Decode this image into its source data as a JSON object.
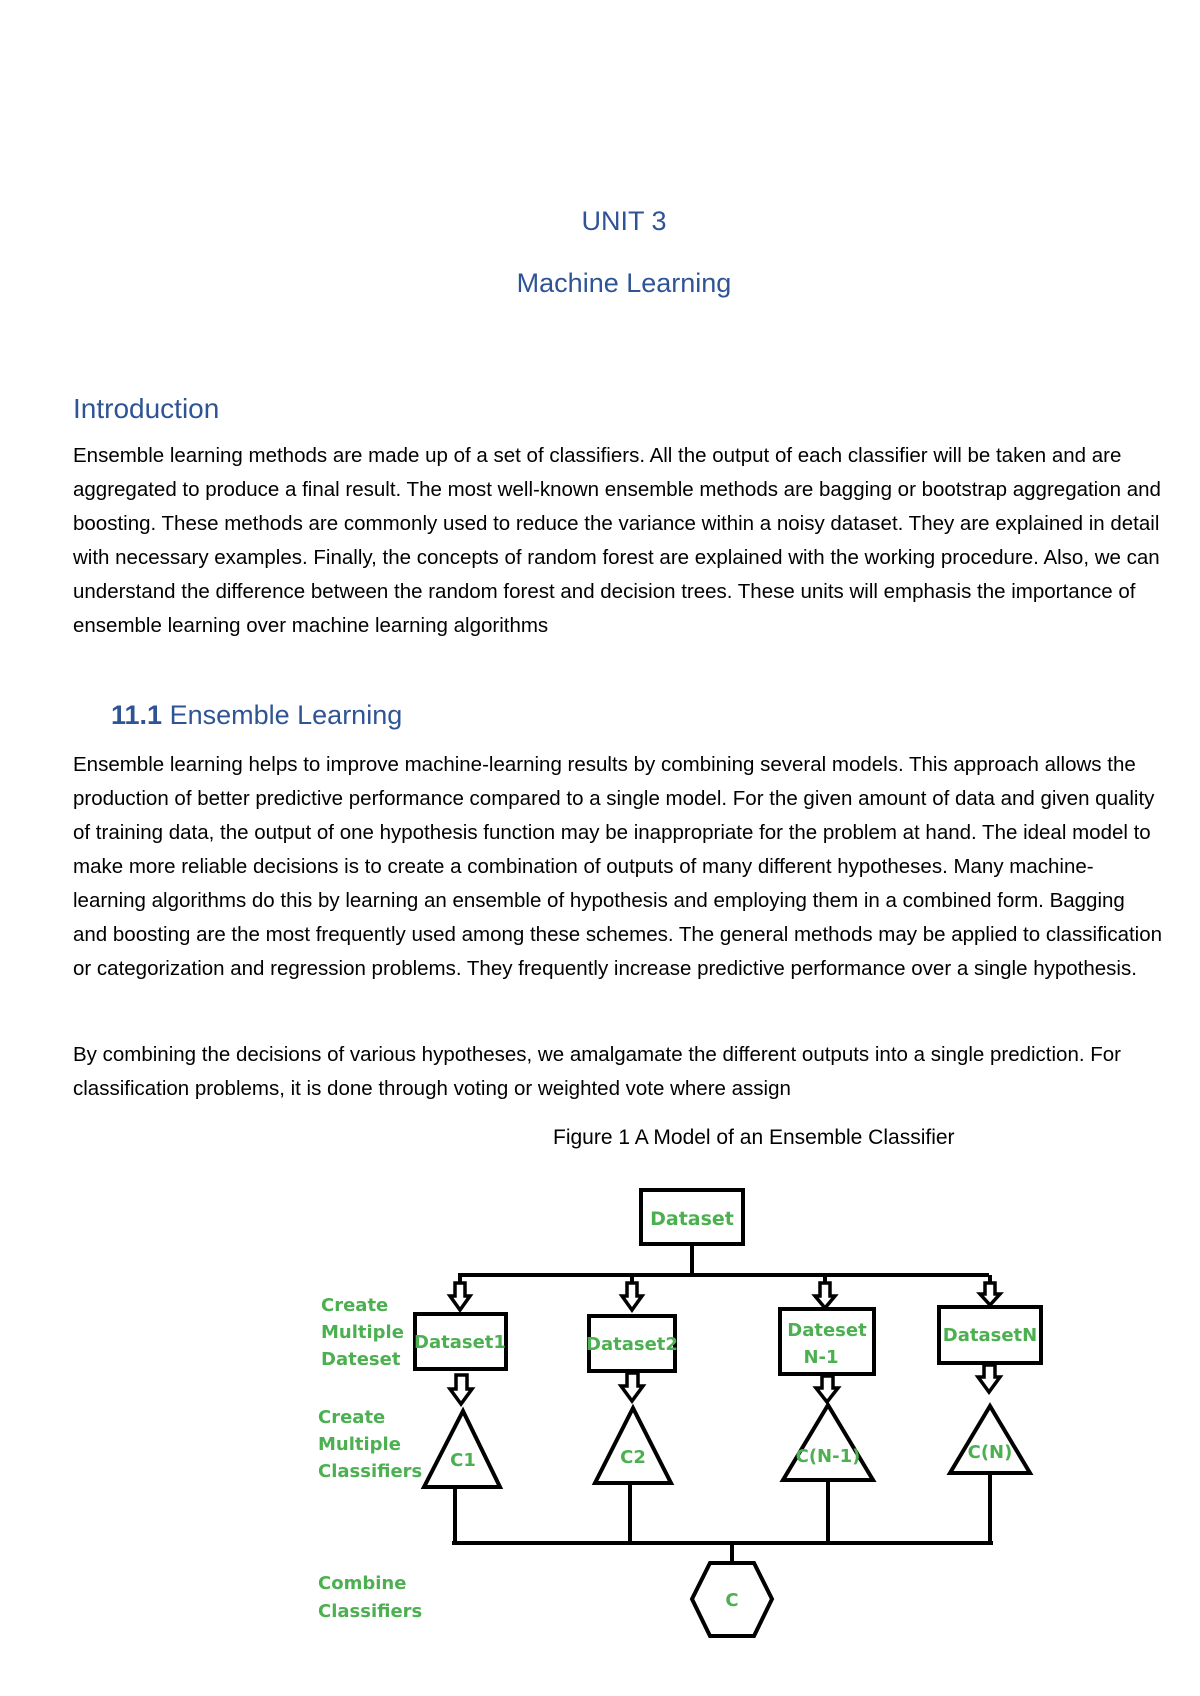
{
  "header": {
    "unit": "UNIT 3",
    "subject": "Machine Learning"
  },
  "introduction": {
    "heading": "Introduction",
    "body": "Ensemble learning methods are made up of a set of classifiers. All the output of each classifier will be taken and are aggregated to produce a final result. The most well-known ensemble methods are bagging or bootstrap aggregation and boosting. These methods are commonly used to reduce the variance within a noisy dataset. They are explained in detail with necessary examples. Finally, the concepts of random forest are explained with the working procedure. Also, we can understand the difference between the random forest and decision trees. These units will emphasis the importance of ensemble learning over machine learning algorithms"
  },
  "section": {
    "number": "11.1",
    "title": "Ensemble Learning",
    "paragraph1": "Ensemble learning helps to improve machine-learning results by combining several models. This approach allows the production of better predictive performance compared to a single model. For the given amount of data and given quality of training data, the output of one hypothesis function may be inappropriate for the problem at hand. The ideal model to make more reliable decisions is to create a combination of outputs of many different hypotheses. Many machine-learning algorithms do this by learning an ensemble of hypothesis and employing them in a combined form. Bagging and boosting are the most frequently used among these schemes. The general methods may be applied to classification or categorization and regression problems. They frequently increase predictive performance over a single hypothesis.",
    "paragraph2": "By combining the decisions of various hypotheses, we amalgamate the different outputs into a single prediction. For classification problems, it is done through voting or weighted vote where assign"
  },
  "figure": {
    "caption": "Figure 1 A Model of an Ensemble Classifier",
    "dataset": "Dataset",
    "sub_datasets": [
      {
        "line1": "Dataset1",
        "line2": ""
      },
      {
        "line1": "Dataset2",
        "line2": ""
      },
      {
        "line1": "Dateset",
        "line2": "N-1"
      },
      {
        "line1": "DatasetN",
        "line2": ""
      }
    ],
    "classifiers": [
      "C1",
      "C2",
      "C(N-1)",
      "C(N)"
    ],
    "combined": "C",
    "side_labels": {
      "create_datasets": [
        "Create",
        "Multiple",
        "Dateset"
      ],
      "create_classifiers": [
        "Create",
        "Multiple",
        "Classifiers"
      ],
      "combine": [
        "Combine",
        "Classifiers"
      ]
    },
    "colors": {
      "label": "#4CB050",
      "stroke": "#000000"
    }
  }
}
